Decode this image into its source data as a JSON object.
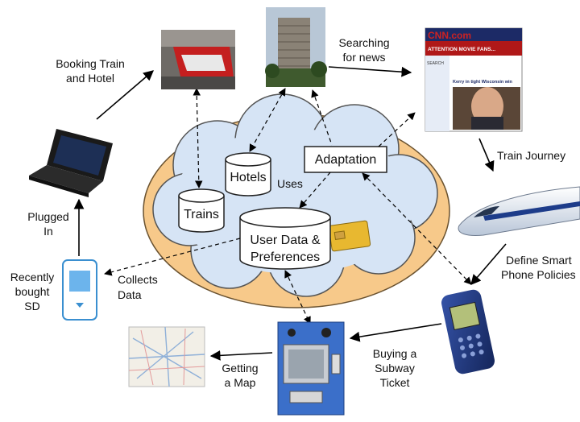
{
  "labels": {
    "booking_1": "Booking Train",
    "booking_2": "and Hotel",
    "searching_1": "Searching",
    "searching_2": "for news",
    "train_journey": "Train Journey",
    "define_1": "Define Smart",
    "define_2": "Phone Policies",
    "buying_1": "Buying a",
    "buying_2": "Subway",
    "buying_3": "Ticket",
    "getting_1": "Getting",
    "getting_2": "a Map",
    "collects_1": "Collects",
    "collects_2": "Data",
    "recently_1": "Recently",
    "recently_2": "bought",
    "recently_3": "SD",
    "plugged_1": "Plugged",
    "plugged_2": "In",
    "uses": "Uses"
  },
  "nodes": {
    "adaptation": "Adaptation",
    "hotels": "Hotels",
    "trains": "Trains",
    "userdata_1": "User Data &",
    "userdata_2": "Preferences"
  },
  "news": {
    "brand": "CNN.com",
    "headline": "ATTENTION MOVIE FANS...",
    "story": "Kerry in tight Wisconsin win",
    "search": "SEARCH"
  },
  "colors": {
    "ellipse_fill": "#f7c98a",
    "cloud_fill": "#d6e4f5",
    "accent_red": "#cc2222",
    "device_blue": "#3b6fc9"
  },
  "icons": [
    "laptop-icon",
    "train-station-photo",
    "hotel-photo",
    "news-page",
    "bullet-train-photo",
    "smartphone-icon",
    "ticket-kiosk",
    "street-map",
    "sd-card-icon",
    "credit-card-icon"
  ]
}
